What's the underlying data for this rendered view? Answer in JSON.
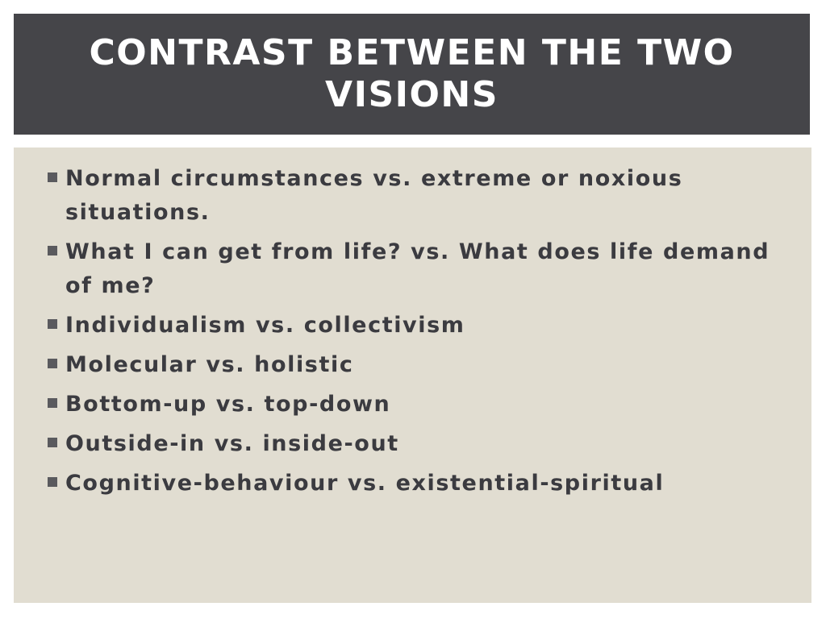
{
  "slide": {
    "title": "CONTRAST BETWEEN THE TWO VISIONS",
    "bullets": [
      "Normal circumstances vs. extreme or noxious situations.",
      "What I can get from life? vs. What does life demand of me?",
      "Individualism vs. collectivism",
      "Molecular vs. holistic",
      "Bottom-up vs. top-down",
      "Outside-in vs. inside-out",
      "Cognitive-behaviour vs. existential-spiritual"
    ]
  },
  "colors": {
    "title_bar": "#454549",
    "title_text": "#ffffff",
    "content_background": "#e1ddd1",
    "body_text": "#3b3b40",
    "bullet_marker": "#5a5a5e"
  },
  "icons": {
    "bullet": "square-bullet-icon"
  }
}
